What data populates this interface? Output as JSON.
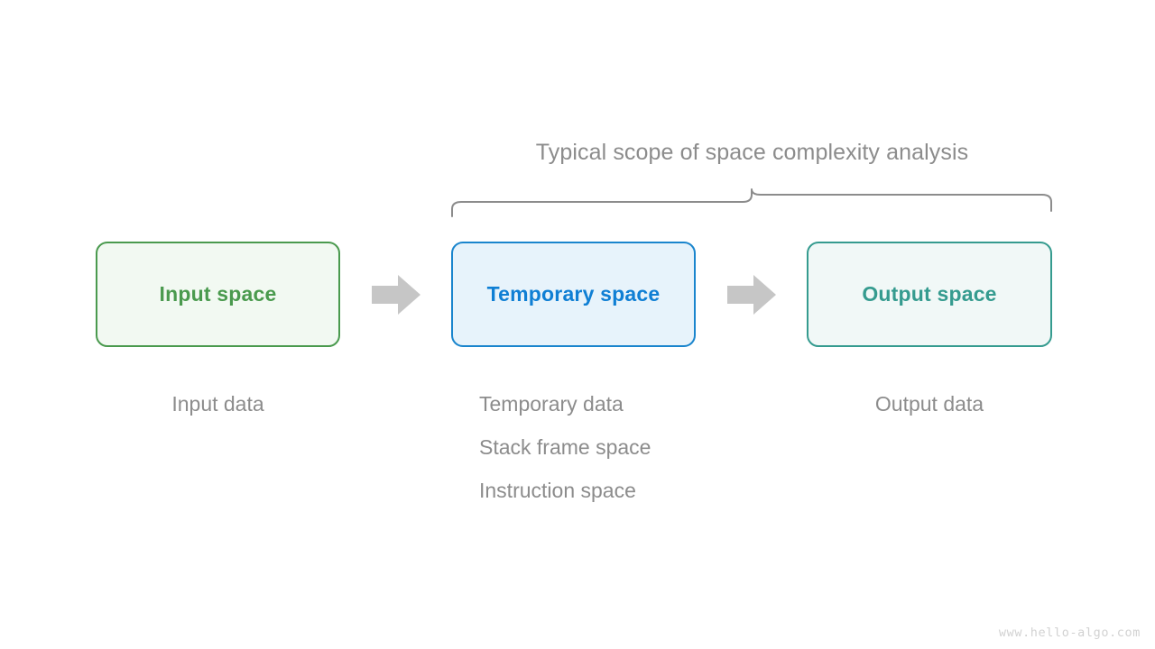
{
  "diagram": {
    "title": "Typical scope of space complexity analysis",
    "watermark": "www.hello-algo.com",
    "colors": {
      "input_border": "#4a9a4e",
      "input_fill": "#f2f9f2",
      "input_text": "#4a9a4e",
      "temporary_border": "#1a85cd",
      "temporary_fill": "#e7f3fb",
      "temporary_text": "#0f7fd4",
      "output_border": "#359b8f",
      "output_fill": "#f1f8f7",
      "output_text": "#359b8f",
      "arrow": "#c6c6c6",
      "annotation_text": "#8c8c8c",
      "brace_stroke": "#8c8c8c",
      "watermark_text": "#d2d2d2",
      "background": "#ffffff"
    },
    "stages": [
      {
        "id": "input",
        "label": "Input space",
        "captions": [
          "Input data"
        ]
      },
      {
        "id": "temporary",
        "label": "Temporary space",
        "captions": [
          "Temporary data",
          "Stack frame space",
          "Instruction space"
        ]
      },
      {
        "id": "output",
        "label": "Output space",
        "captions": [
          "Output data"
        ]
      }
    ],
    "arrows": [
      {
        "id": "input-to-temporary",
        "from": "input",
        "to": "temporary",
        "glyph": "block-arrow-right"
      },
      {
        "id": "temporary-to-output",
        "from": "temporary",
        "to": "output",
        "glyph": "block-arrow-right"
      }
    ],
    "scope": {
      "covers": [
        "temporary",
        "output"
      ],
      "shape": "curly-brace-up"
    }
  }
}
